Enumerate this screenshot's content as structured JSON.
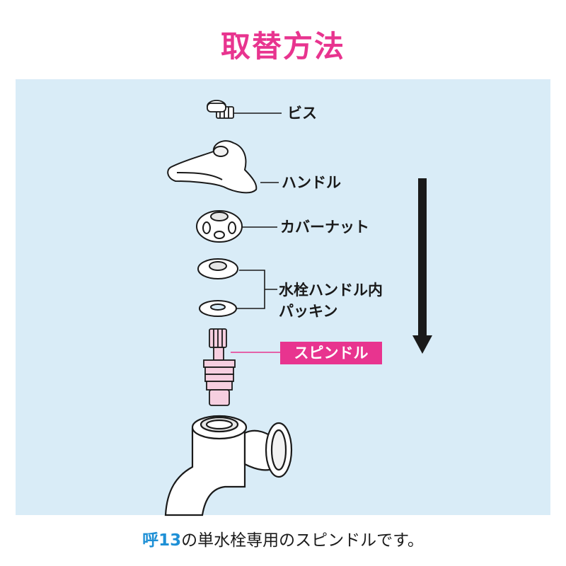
{
  "title": "取替方法",
  "parts": {
    "screw": "ビス",
    "handle": "ハンドル",
    "cover_nut": "カバーナット",
    "packing_line1": "水栓ハンドル内",
    "packing_line2": "パッキン",
    "spindle": "スピンドル"
  },
  "caption": {
    "highlight": "呼13",
    "rest": "の単水栓専用のスピンドルです。"
  },
  "colors": {
    "accent_pink": "#e8348f",
    "panel_blue": "#d9ecf7",
    "caption_blue": "#1e90d6"
  }
}
